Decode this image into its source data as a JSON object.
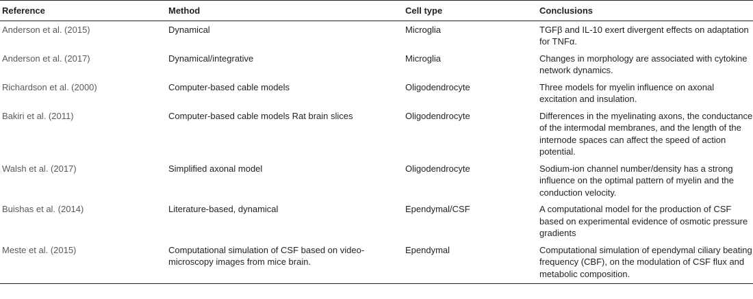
{
  "table": {
    "headers": {
      "reference": "Reference",
      "method": "Method",
      "cell_type": "Cell type",
      "conclusions": "Conclusions"
    },
    "rows": [
      {
        "reference": "Anderson et al. (2015)",
        "method": "Dynamical",
        "cell_type": "Microglia",
        "conclusions": "TGFβ and IL-10 exert divergent effects on adaptation for TNFα."
      },
      {
        "reference": "Anderson et al. (2017)",
        "method": "Dynamical/integrative",
        "cell_type": "Microglia",
        "conclusions": "Changes in morphology are associated with cytokine network dynamics."
      },
      {
        "reference": "Richardson et al. (2000)",
        "method": "Computer-based cable models",
        "cell_type": "Oligodendrocyte",
        "conclusions": "Three models for myelin influence on axonal excitation and insulation."
      },
      {
        "reference": "Bakiri et al. (2011)",
        "method": "Computer-based cable models Rat brain slices",
        "cell_type": "Oligodendrocyte",
        "conclusions": "Differences in the myelinating axons, the conductance of the intermodal membranes, and the length of the internode spaces can affect the speed of action potential."
      },
      {
        "reference": "Walsh et al. (2017)",
        "method": "Simplified axonal model",
        "cell_type": "Oligodendrocyte",
        "conclusions": "Sodium-ion channel number/density has a strong influence on the optimal pattern of myelin and the conduction velocity."
      },
      {
        "reference": "Buishas et al. (2014)",
        "method": "Literature-based, dynamical",
        "cell_type": "Ependymal/CSF",
        "conclusions": "A computational model for the production of CSF based on experimental evidence of osmotic pressure gradients"
      },
      {
        "reference": "Meste et al. (2015)",
        "method": "Computational simulation of CSF based on video-microscopy images from mice brain.",
        "cell_type": "Ependymal",
        "conclusions": "Computational simulation of ependymal ciliary beating frequency (CBF), on the modulation of CSF flux and metabolic composition."
      }
    ]
  }
}
